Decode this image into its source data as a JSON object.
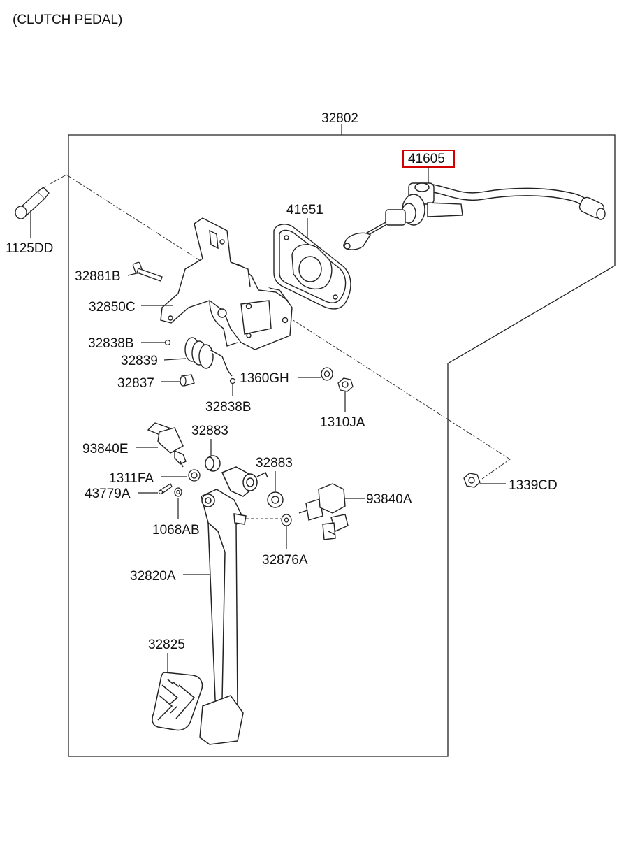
{
  "title": "(CLUTCH PEDAL)",
  "highlight_color": "#d40000",
  "parts": {
    "p32802": "32802",
    "p41605": "41605",
    "p41651": "41651",
    "p1125DD": "1125DD",
    "p32881B": "32881B",
    "p32850C": "32850C",
    "p32838B_a": "32838B",
    "p32839": "32839",
    "p32837": "32837",
    "p1360GH": "1360GH",
    "p32838B_b": "32838B",
    "p1310JA": "1310JA",
    "p32883_a": "32883",
    "p93840E": "93840E",
    "p32883_b": "32883",
    "p1311FA": "1311FA",
    "p43779A": "43779A",
    "p93840A": "93840A",
    "p1068AB": "1068AB",
    "p32876A": "32876A",
    "p1339CD": "1339CD",
    "p32820A": "32820A",
    "p32825": "32825"
  }
}
